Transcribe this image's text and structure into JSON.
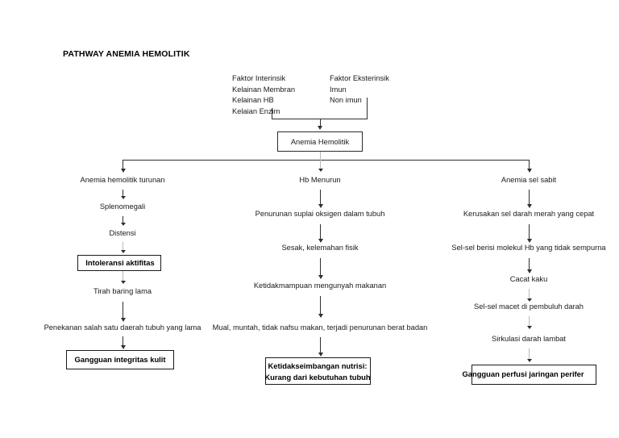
{
  "page": {
    "title": "PATHWAY ANEMIA HEMOLITIK",
    "background_color": "#ffffff",
    "text_color": "#1a1a1a",
    "line_color": "#2f2f2f"
  },
  "factors": {
    "intrinsic": {
      "heading": "Faktor Interinsik",
      "items": [
        "Kelainan Membran",
        "Kelainan HB",
        "Kelaian Enzim"
      ]
    },
    "extrinsic": {
      "heading": "Faktor Eksterinsik",
      "items": [
        "Imun",
        "Non imun"
      ]
    }
  },
  "root": {
    "label": "Anemia Hemolitik"
  },
  "branches": [
    {
      "id": "left",
      "steps": [
        "Anemia hemolitik turunan",
        "Splenomegali",
        "Distensi"
      ],
      "diagnosis_1": "Intoleransi aktifitas",
      "steps_2": [
        "Tirah baring lama",
        "Penekanan salah satu daerah tubuh yang lama"
      ],
      "diagnosis_2": "Gangguan integritas kulit"
    },
    {
      "id": "middle",
      "steps": [
        "Hb Menurun",
        "Penurunan suplai oksigen dalam tubuh",
        "Sesak, kelemahan fisik",
        "Ketidakmampuan mengunyah makanan",
        "Mual, muntah, tidak nafsu makan, terjadi penurunan berat badan"
      ],
      "diagnosis_line_1": "Ketidakseimbangan nutrisi:",
      "diagnosis_line_2": "Kurang dari kebutuhan tubuh"
    },
    {
      "id": "right",
      "steps": [
        "Anemia sel sabit",
        "Kerusakan sel darah merah yang cepat",
        "Sel-sel berisi molekul Hb yang tidak sempurna",
        "Cacat kaku",
        "Sel-sel macet di pembuluh darah",
        "Sirkulasi darah lambat"
      ],
      "diagnosis": "Gangguan perfusi jaringan perifer"
    }
  ]
}
